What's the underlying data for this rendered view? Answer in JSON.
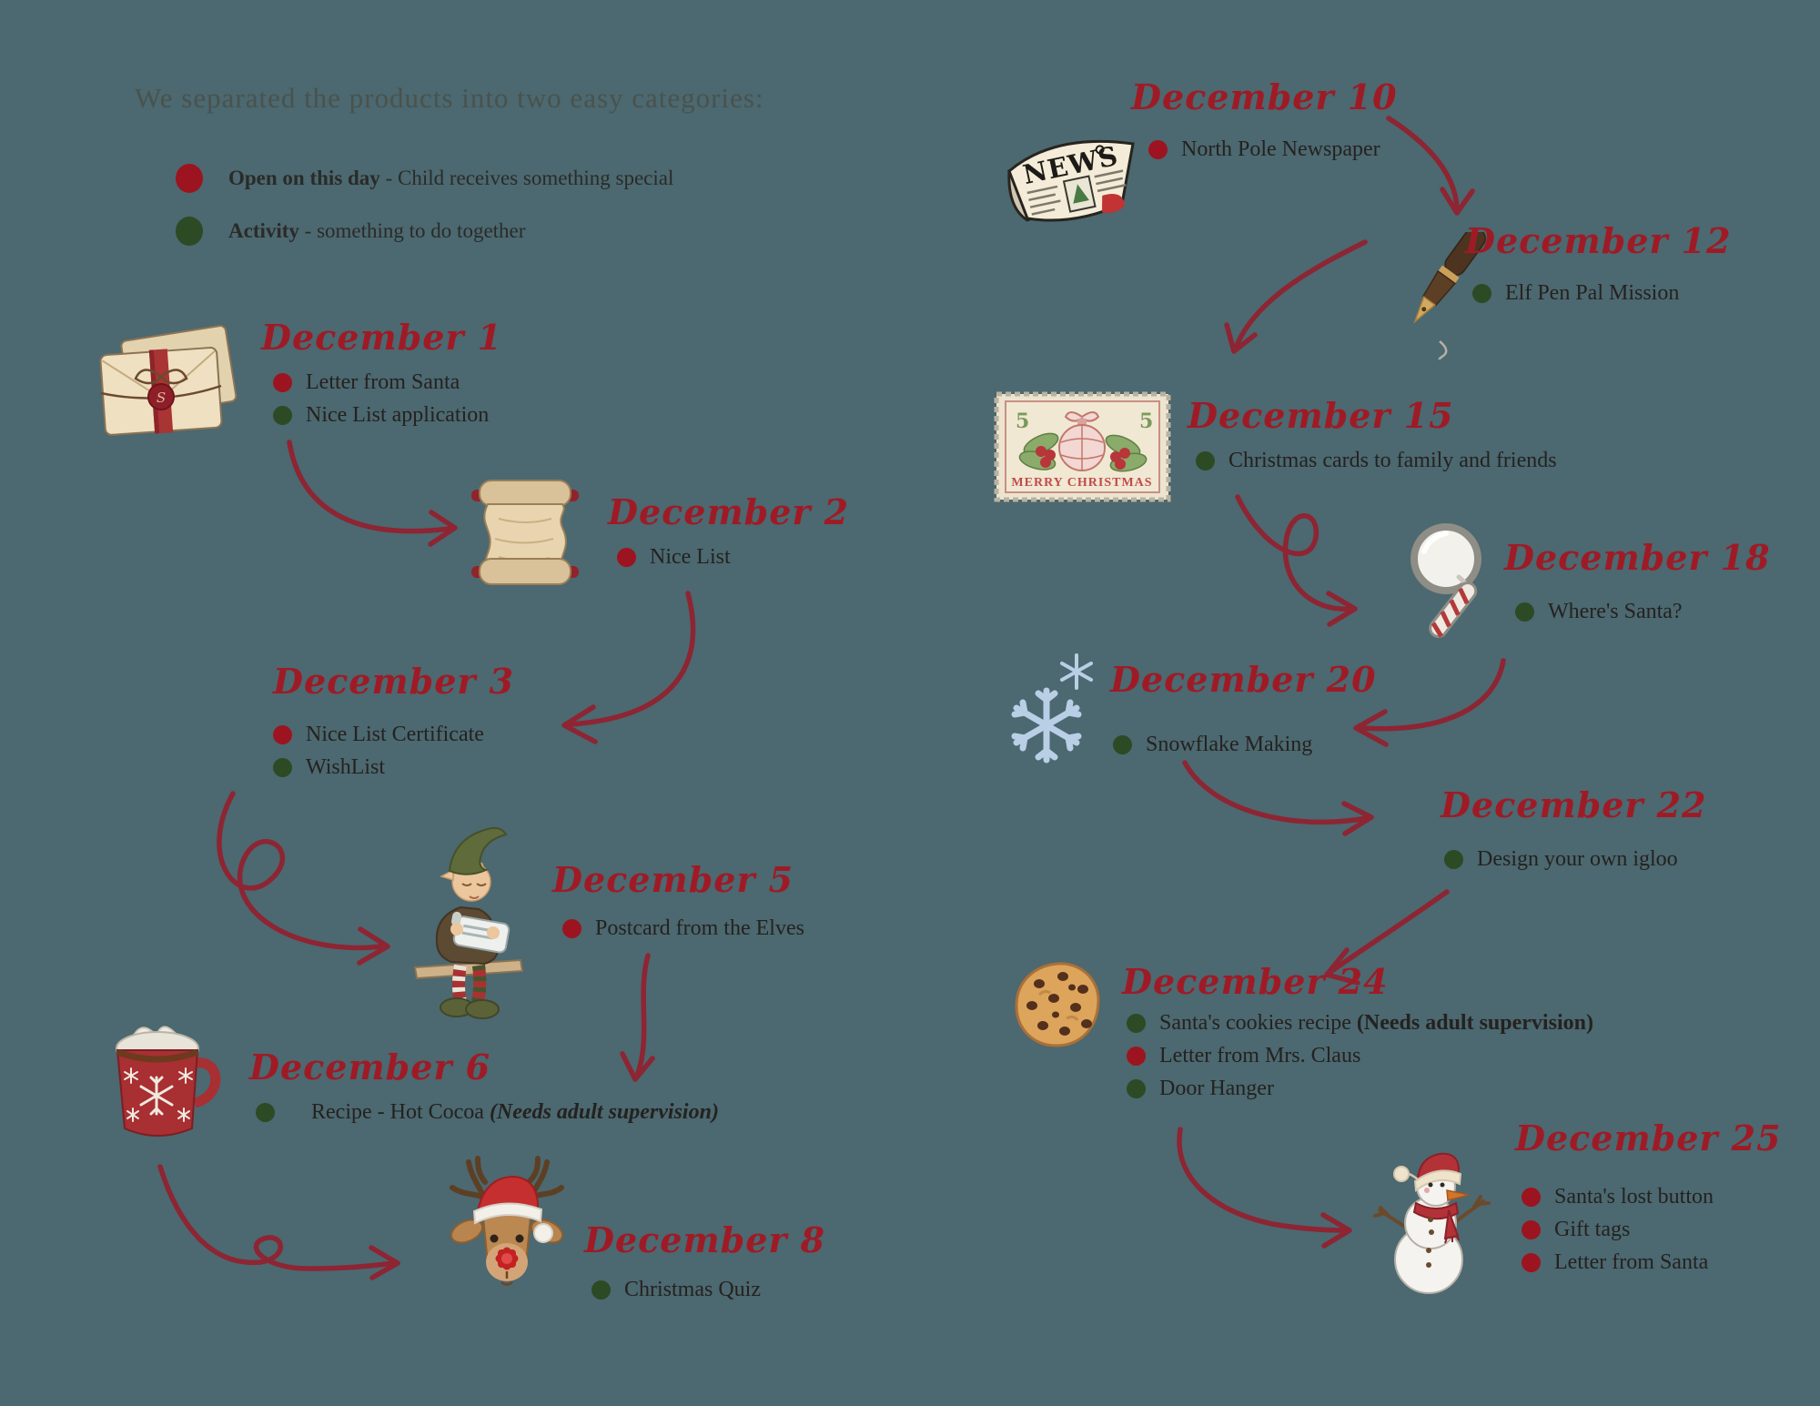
{
  "title": "We separated the products into two easy categories:",
  "legend": {
    "items": [
      {
        "dot": "red",
        "label_bold": "Open on this day",
        "label_rest": " - Child receives something special"
      },
      {
        "dot": "green",
        "label_bold": "Activity",
        "label_rest": " - something to do together"
      }
    ]
  },
  "days": [
    {
      "heading": "December 1",
      "items": [
        {
          "dot": "red",
          "text": "Letter from Santa"
        },
        {
          "dot": "green",
          "text": "Nice List application"
        }
      ]
    },
    {
      "heading": "December 2",
      "items": [
        {
          "dot": "red",
          "text": "Nice List"
        }
      ]
    },
    {
      "heading": "December 3",
      "items": [
        {
          "dot": "red",
          "text": "Nice List Certificate"
        },
        {
          "dot": "green",
          "text": "WishList"
        }
      ]
    },
    {
      "heading": "December 5",
      "items": [
        {
          "dot": "red",
          "text": "Postcard from the Elves"
        }
      ]
    },
    {
      "heading": "December 6",
      "items": [
        {
          "dot": "green",
          "text": "Recipe - Hot Cocoa ",
          "bold": "(Needs adult supervision)"
        }
      ]
    },
    {
      "heading": "December 8",
      "items": [
        {
          "dot": "green",
          "text": "Christmas Quiz"
        }
      ]
    },
    {
      "heading": "December 10",
      "items": [
        {
          "dot": "red",
          "text": "North Pole Newspaper"
        }
      ]
    },
    {
      "heading": "December 12",
      "items": [
        {
          "dot": "green",
          "text": "Elf Pen Pal Mission"
        }
      ]
    },
    {
      "heading": "December 15",
      "items": [
        {
          "dot": "green",
          "text": "Christmas cards to family and friends"
        }
      ]
    },
    {
      "heading": "December 18",
      "items": [
        {
          "dot": "green",
          "text": "Where's Santa?"
        }
      ]
    },
    {
      "heading": "December 20",
      "items": [
        {
          "dot": "green",
          "text": "Snowflake Making"
        }
      ]
    },
    {
      "heading": "December 22",
      "items": [
        {
          "dot": "green",
          "text": "Design your own igloo"
        }
      ]
    },
    {
      "heading": "December 24",
      "items": [
        {
          "dot": "green",
          "text": "Santa's cookies recipe ",
          "bold": "(Needs adult supervision)"
        },
        {
          "dot": "red",
          "text": "Letter from Mrs. Claus"
        },
        {
          "dot": "green",
          "text": "Door Hanger"
        }
      ]
    },
    {
      "heading": "December 25",
      "items": [
        {
          "dot": "red",
          "text": "Santa's lost button"
        },
        {
          "dot": "red",
          "text": "Gift tags"
        },
        {
          "dot": "red",
          "text": "Letter from Santa"
        }
      ]
    }
  ],
  "newspaper": {
    "masthead": "NEWS"
  },
  "stamp": {
    "caption": "MERRY CHRISTMAS",
    "corner_value": "5"
  },
  "envelope": {
    "seal_monogram": "S"
  },
  "icons": {
    "dec1": "santa-letters-icon",
    "dec2": "nice-list-scroll-icon",
    "dec5": "elf-icon",
    "dec6": "hot-cocoa-mug-icon",
    "dec8": "reindeer-icon",
    "dec10": "newspaper-icon",
    "dec12": "fountain-pen-icon",
    "dec15": "christmas-stamp-icon",
    "dec18": "magnifying-glass-icon",
    "dec20": "snowflake-icon",
    "dec24": "cookie-icon",
    "dec25": "snowman-icon"
  },
  "colors": {
    "background": "#4c6870",
    "heading_red": "#9e1b26",
    "dot_red": "#9c1420",
    "dot_green": "#2c4a24",
    "body_text": "#24221f",
    "title_text": "#49524d",
    "arrow_red": "#8d2533"
  }
}
